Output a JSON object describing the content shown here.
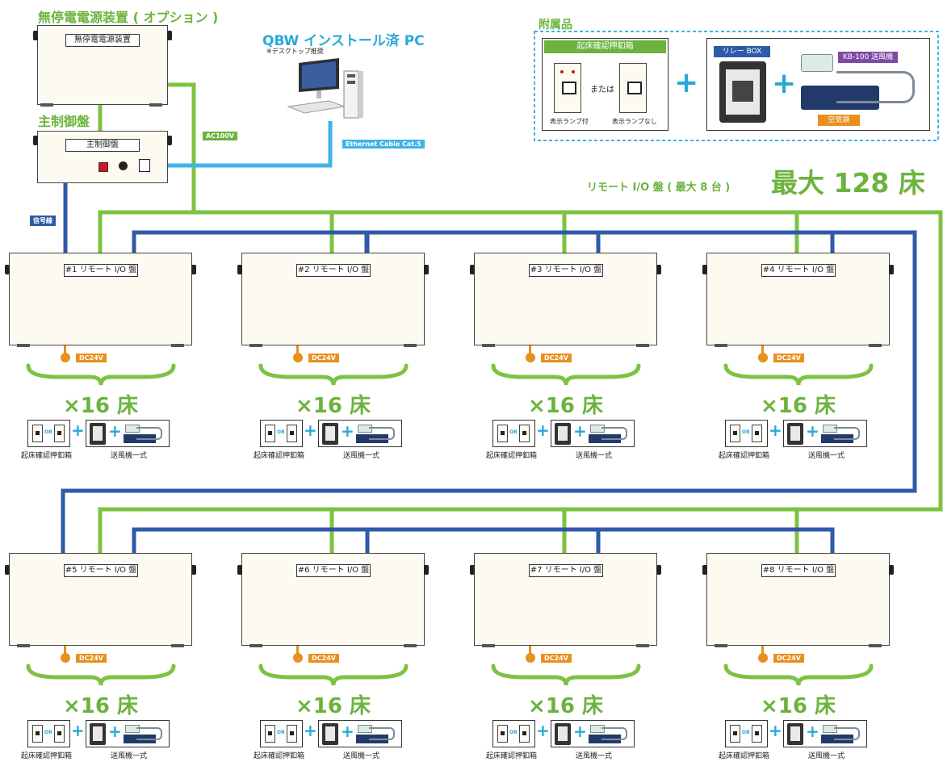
{
  "ups": {
    "heading": "無停電電源装置 ( オプション )",
    "label": "無停電電源装置"
  },
  "main_panel": {
    "heading": "主制御盤",
    "label": "主制御盤"
  },
  "pc": {
    "heading": "QBW インストール済 PC",
    "note": "※デスクトップ推奨"
  },
  "cables": {
    "ac": "AC100V",
    "ethernet": "Ethernet Cable Cat.5",
    "signal": "信号線",
    "dc": "DC24V"
  },
  "accessories": {
    "heading": "附属品",
    "pushbox_title": "起床確認押釦箱",
    "with_lamp": "表示ランプ付",
    "or_text": "または",
    "without_lamp": "表示ランプなし",
    "relay_box": "リレー BOX",
    "fan": "KB-100 送風機",
    "air_bag": "空気袋",
    "plus": "+"
  },
  "capacity": {
    "prefix": "リモート I/O 盤 ( 最大 8 台 )",
    "headline": "最大 128 床"
  },
  "remote_units": [
    {
      "label": "#1 リモート I/O 盤"
    },
    {
      "label": "#2 リモート I/O 盤"
    },
    {
      "label": "#3 リモート I/O 盤"
    },
    {
      "label": "#4 リモート I/O 盤"
    },
    {
      "label": "#5 リモート I/O 盤"
    },
    {
      "label": "#6 リモート I/O 盤"
    },
    {
      "label": "#7 リモート I/O 盤"
    },
    {
      "label": "#8 リモート I/O 盤"
    }
  ],
  "per_unit": {
    "beds": "×16 床",
    "or_short": "OR",
    "pushbox": "起床確認押釦箱",
    "fan_set": "送風機一式"
  },
  "colors": {
    "power_line": "#7dc242",
    "signal_line": "#2f5aa8",
    "ethernet_line": "#3fb4e5",
    "dc_line": "#e8901f",
    "accent_text": "#6cb33e"
  }
}
